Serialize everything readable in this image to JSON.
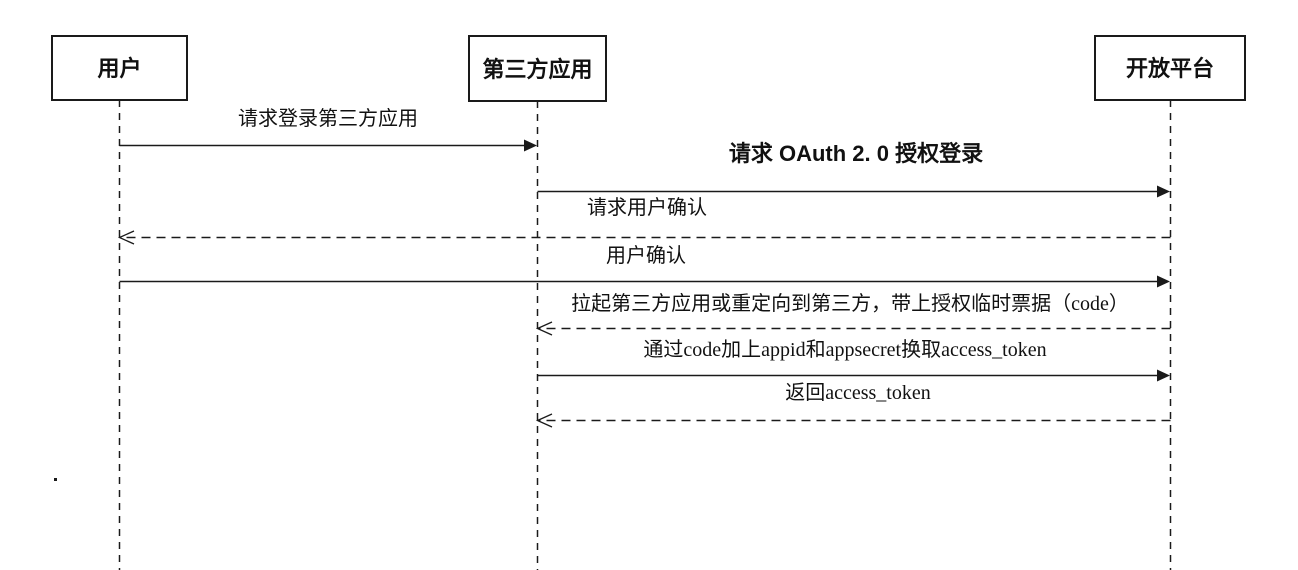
{
  "diagram": {
    "type": "sequence-diagram",
    "topic": "OAuth 2.0 third-party login flow",
    "colors": {
      "background": "#ffffff",
      "line": "#1a1a1a",
      "text": "#111111"
    },
    "actors": [
      {
        "id": "user",
        "label": "用户"
      },
      {
        "id": "third-party-app",
        "label": "第三方应用"
      },
      {
        "id": "open-platform",
        "label": "开放平台"
      }
    ],
    "messages": [
      {
        "label": "请求登录第三方应用",
        "from": "用户",
        "to": "第三方应用",
        "line": "solid",
        "arrowhead": "filled"
      },
      {
        "label": "请求 OAuth 2. 0 授权登录",
        "from": "第三方应用",
        "to": "开放平台",
        "line": "solid",
        "arrowhead": "filled"
      },
      {
        "label": "请求用户确认",
        "from": "开放平台",
        "to": "用户",
        "line": "dashed",
        "arrowhead": "open"
      },
      {
        "label": "用户确认",
        "from": "用户",
        "to": "开放平台",
        "line": "solid",
        "arrowhead": "filled"
      },
      {
        "label": "拉起第三方应用或重定向到第三方，带上授权临时票据（code）",
        "from": "开放平台",
        "to": "第三方应用",
        "line": "dashed",
        "arrowhead": "open"
      },
      {
        "label": "通过code加上appid和appsecret换取access_token",
        "from": "第三方应用",
        "to": "开放平台",
        "line": "solid",
        "arrowhead": "filled"
      },
      {
        "label": "返回access_token",
        "from": "开放平台",
        "to": "第三方应用",
        "line": "dashed",
        "arrowhead": "open"
      }
    ]
  }
}
